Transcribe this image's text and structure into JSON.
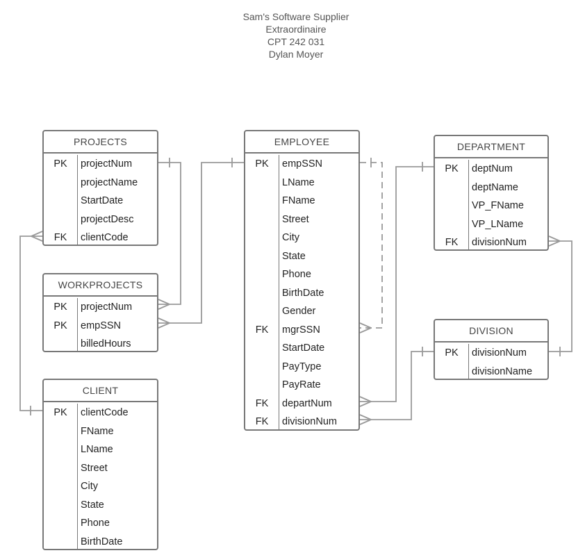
{
  "title": [
    "Sam's Software Supplier",
    "Extraordinaire",
    "CPT 242 031",
    "Dylan Moyer"
  ],
  "colors": {
    "line": "#999999",
    "border": "#777777",
    "text": "#222222"
  },
  "entities": {
    "projects": {
      "name": "PROJECTS",
      "attributes": [
        {
          "key": "PK",
          "name": "projectNum"
        },
        {
          "key": "",
          "name": "projectName"
        },
        {
          "key": "",
          "name": "StartDate"
        },
        {
          "key": "",
          "name": "projectDesc"
        },
        {
          "key": "FK",
          "name": "clientCode"
        }
      ]
    },
    "workprojects": {
      "name": "WORKPROJECTS",
      "attributes": [
        {
          "key": "PK",
          "name": "projectNum"
        },
        {
          "key": "PK",
          "name": "empSSN"
        },
        {
          "key": "",
          "name": "billedHours"
        }
      ]
    },
    "client": {
      "name": "CLIENT",
      "attributes": [
        {
          "key": "PK",
          "name": "clientCode"
        },
        {
          "key": "",
          "name": "FName"
        },
        {
          "key": "",
          "name": "LName"
        },
        {
          "key": "",
          "name": "Street"
        },
        {
          "key": "",
          "name": "City"
        },
        {
          "key": "",
          "name": "State"
        },
        {
          "key": "",
          "name": "Phone"
        },
        {
          "key": "",
          "name": "BirthDate"
        }
      ]
    },
    "employee": {
      "name": "EMPLOYEE",
      "attributes": [
        {
          "key": "PK",
          "name": "empSSN"
        },
        {
          "key": "",
          "name": "LName"
        },
        {
          "key": "",
          "name": "FName"
        },
        {
          "key": "",
          "name": "Street"
        },
        {
          "key": "",
          "name": "City"
        },
        {
          "key": "",
          "name": "State"
        },
        {
          "key": "",
          "name": "Phone"
        },
        {
          "key": "",
          "name": "BirthDate"
        },
        {
          "key": "",
          "name": "Gender"
        },
        {
          "key": "FK",
          "name": "mgrSSN"
        },
        {
          "key": "",
          "name": "StartDate"
        },
        {
          "key": "",
          "name": "PayType"
        },
        {
          "key": "",
          "name": "PayRate"
        },
        {
          "key": "FK",
          "name": "departNum"
        },
        {
          "key": "FK",
          "name": "divisionNum"
        }
      ]
    },
    "department": {
      "name": "DEPARTMENT",
      "attributes": [
        {
          "key": "PK",
          "name": "deptNum"
        },
        {
          "key": "",
          "name": "deptName"
        },
        {
          "key": "",
          "name": "VP_FName"
        },
        {
          "key": "",
          "name": "VP_LName"
        },
        {
          "key": "FK",
          "name": "divisionNum"
        }
      ]
    },
    "division": {
      "name": "DIVISION",
      "attributes": [
        {
          "key": "PK",
          "name": "divisionNum"
        },
        {
          "key": "",
          "name": "divisionName"
        }
      ]
    }
  },
  "relationships": [
    {
      "from": "projects.projectNum",
      "to": "workprojects.projectNum",
      "from_end": "one",
      "to_end": "many"
    },
    {
      "from": "employee.empSSN",
      "to": "workprojects.empSSN",
      "from_end": "one",
      "to_end": "many"
    },
    {
      "from": "client.clientCode",
      "to": "projects.clientCode",
      "from_end": "one",
      "to_end": "many"
    },
    {
      "from": "employee.empSSN",
      "to": "employee.mgrSSN",
      "from_end": "one",
      "to_end": "many",
      "style": "dashed"
    },
    {
      "from": "department.deptNum",
      "to": "employee.departNum",
      "from_end": "one",
      "to_end": "many"
    },
    {
      "from": "division.divisionNum",
      "to": "employee.divisionNum",
      "from_end": "one",
      "to_end": "many"
    },
    {
      "from": "division.divisionNum",
      "to": "department.divisionNum",
      "from_end": "one",
      "to_end": "many"
    }
  ]
}
